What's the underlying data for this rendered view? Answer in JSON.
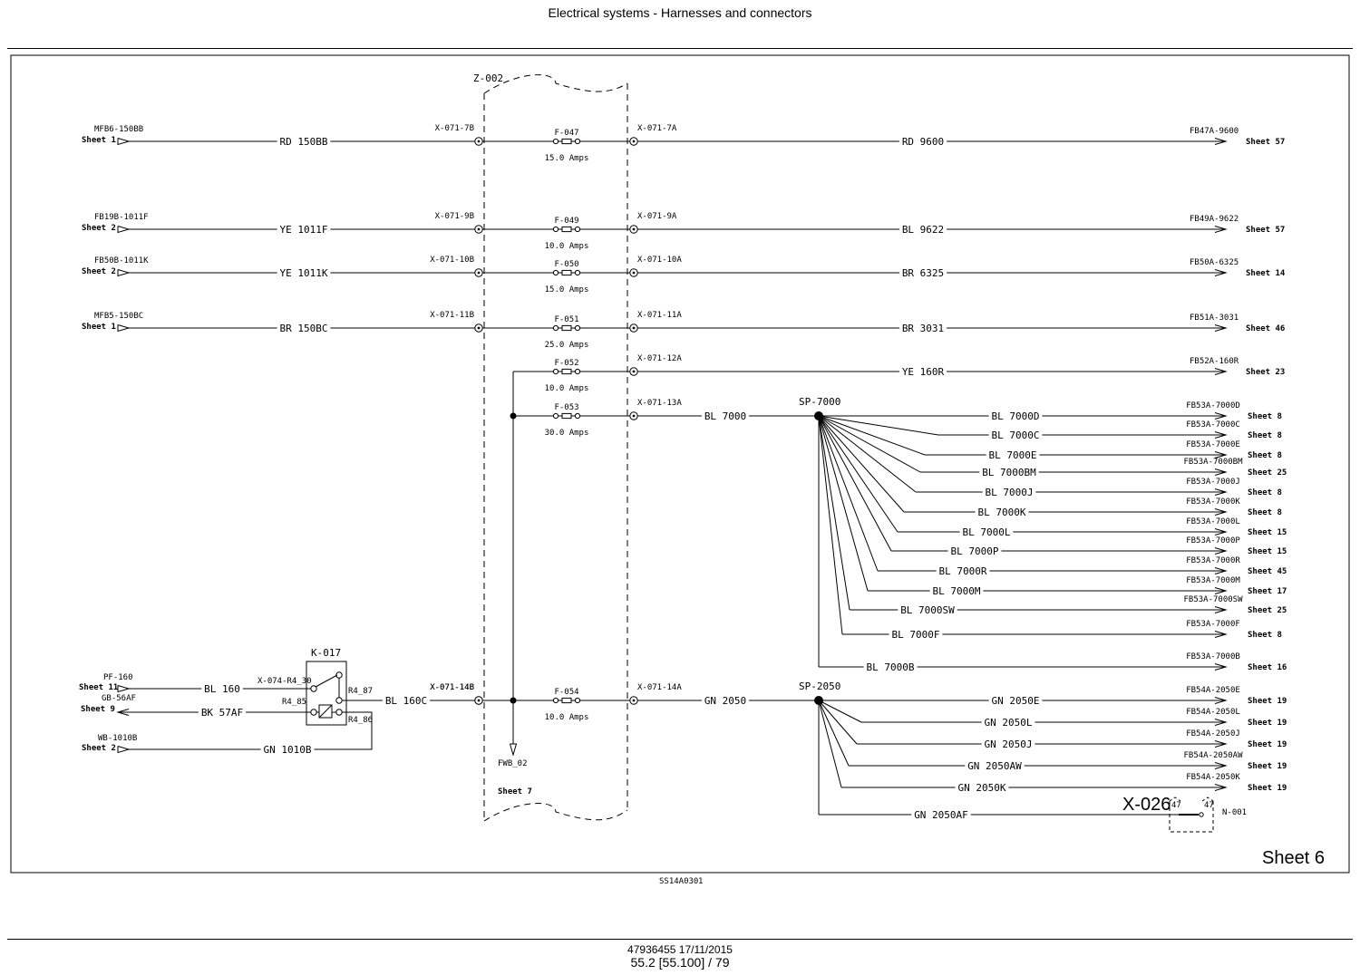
{
  "header": {
    "title": "Electrical systems - Harnesses and connectors"
  },
  "footer": {
    "doc_ref": "47936455 17/11/2015",
    "page_ref": "55.2 [55.100] / 79"
  },
  "drawing": {
    "sheet_title": "Sheet 6",
    "drawing_code": "SS14A030",
    "drawing_rev": "1",
    "module": "Z-002",
    "module_sheet": "Sheet 7",
    "ground_label": "FWB_02",
    "relay": {
      "id": "K-017",
      "pin_30": "X-074-R4_30",
      "pin_85": "R4_85",
      "pin_87": "R4_87",
      "pin_86": "R4_86"
    },
    "circuits": [
      {
        "src": "MFB6-150BB",
        "src_sheet": "Sheet 1",
        "wire_in": "RD 150BB",
        "conn_in": "X-071-7B",
        "fuse": "F-047",
        "rating": "15.0 Amps",
        "conn_out": "X-071-7A",
        "wire_out": "RD 9600",
        "dest": "FB47A-9600",
        "dest_sheet": "Sheet 57"
      },
      {
        "src": "FB19B-1011F",
        "src_sheet": "Sheet 2",
        "wire_in": "YE 1011F",
        "conn_in": "X-071-9B",
        "fuse": "F-049",
        "rating": "10.0 Amps",
        "conn_out": "X-071-9A",
        "wire_out": "BL 9622",
        "dest": "FB49A-9622",
        "dest_sheet": "Sheet 57"
      },
      {
        "src": "FB50B-1011K",
        "src_sheet": "Sheet 2",
        "wire_in": "YE 1011K",
        "conn_in": "X-071-10B",
        "fuse": "F-050",
        "rating": "15.0 Amps",
        "conn_out": "X-071-10A",
        "wire_out": "BR 6325",
        "dest": "FB50A-6325",
        "dest_sheet": "Sheet 14"
      },
      {
        "src": "MFB5-150BC",
        "src_sheet": "Sheet 1",
        "wire_in": "BR 150BC",
        "conn_in": "X-071-11B",
        "fuse": "F-051",
        "rating": "25.0 Amps",
        "conn_out": "X-071-11A",
        "wire_out": "BR 3031",
        "dest": "FB51A-3031",
        "dest_sheet": "Sheet 46"
      },
      {
        "fuse": "F-052",
        "rating": "10.0 Amps",
        "conn_out": "X-071-12A",
        "wire_out": "YE 160R",
        "dest": "FB52A-160R",
        "dest_sheet": "Sheet 23"
      },
      {
        "fuse": "F-053",
        "rating": "30.0 Amps",
        "conn_out": "X-071-13A",
        "wire_out": "BL 7000"
      },
      {
        "conn_in": "X-071-14B",
        "wire_in": "BL 160C",
        "fuse": "F-054",
        "rating": "10.0 Amps",
        "conn_out": "X-071-14A",
        "wire_out": "GN 2050"
      }
    ],
    "left_inputs": [
      {
        "src": "PF-160",
        "sheet": "Sheet 11",
        "wire": "BL 160"
      },
      {
        "src": "GB-56AF",
        "sheet": "Sheet 9",
        "wire": "BK 57AF"
      },
      {
        "src": "WB-1010B",
        "sheet": "Sheet 2",
        "wire": "GN 1010B"
      }
    ],
    "splice_7000": {
      "id": "SP-7000",
      "branches": [
        {
          "wire": "BL 7000D",
          "dest": "FB53A-7000D",
          "sheet": "Sheet 8"
        },
        {
          "wire": "BL 7000C",
          "dest": "FB53A-7000C",
          "sheet": "Sheet 8"
        },
        {
          "wire": "BL 7000E",
          "dest": "FB53A-7000E",
          "sheet": "Sheet 8"
        },
        {
          "wire": "BL 7000BM",
          "dest": "FB53A-7000BM",
          "sheet": "Sheet 25"
        },
        {
          "wire": "BL 7000J",
          "dest": "FB53A-7000J",
          "sheet": "Sheet 8"
        },
        {
          "wire": "BL 7000K",
          "dest": "FB53A-7000K",
          "sheet": "Sheet 8"
        },
        {
          "wire": "BL 7000L",
          "dest": "FB53A-7000L",
          "sheet": "Sheet 15"
        },
        {
          "wire": "BL 7000P",
          "dest": "FB53A-7000P",
          "sheet": "Sheet 15"
        },
        {
          "wire": "BL 7000R",
          "dest": "FB53A-7000R",
          "sheet": "Sheet 45"
        },
        {
          "wire": "BL 7000M",
          "dest": "FB53A-7000M",
          "sheet": "Sheet 17"
        },
        {
          "wire": "BL 7000SW",
          "dest": "FB53A-7000SW",
          "sheet": "Sheet 25"
        },
        {
          "wire": "BL 7000F",
          "dest": "FB53A-7000F",
          "sheet": "Sheet 8"
        },
        {
          "wire": "BL 7000B",
          "dest": "FB53A-7000B",
          "sheet": "Sheet 16"
        }
      ]
    },
    "splice_2050": {
      "id": "SP-2050",
      "branches": [
        {
          "wire": "GN 2050E",
          "dest": "FB54A-2050E",
          "sheet": "Sheet 19"
        },
        {
          "wire": "GN 2050L",
          "dest": "FB54A-2050L",
          "sheet": "Sheet 19"
        },
        {
          "wire": "GN 2050J",
          "dest": "FB54A-2050J",
          "sheet": "Sheet 19"
        },
        {
          "wire": "GN 2050AW",
          "dest": "FB54A-2050AW",
          "sheet": "Sheet 19"
        },
        {
          "wire": "GN 2050K",
          "dest": "FB54A-2050K",
          "sheet": "Sheet 19"
        },
        {
          "wire": "GN 2050AF"
        }
      ]
    },
    "connector_x026": {
      "id": "X-026",
      "pin_a": "47",
      "pin_b": "47",
      "node": "N-001"
    }
  }
}
